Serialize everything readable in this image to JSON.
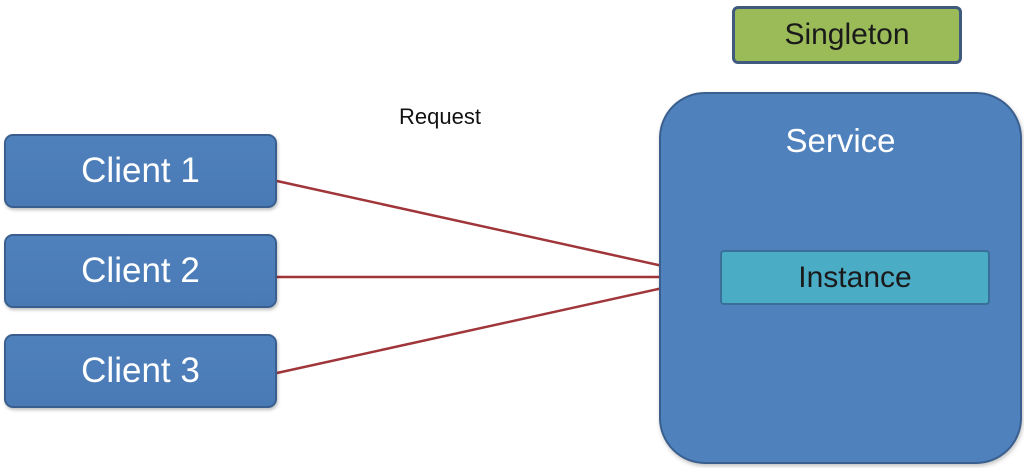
{
  "diagram": {
    "singleton_label": "Singleton",
    "request_label": "Request",
    "service": {
      "title": "Service",
      "instance_label": "Instance"
    },
    "clients": [
      {
        "label": "Client 1"
      },
      {
        "label": "Client 2"
      },
      {
        "label": "Client 3"
      }
    ]
  },
  "colors": {
    "client_fill": "#4f81bd",
    "service_fill": "#4f81bd",
    "singleton_fill": "#9bbb59",
    "instance_fill": "#4bacc6",
    "connector": "#a0353a"
  }
}
